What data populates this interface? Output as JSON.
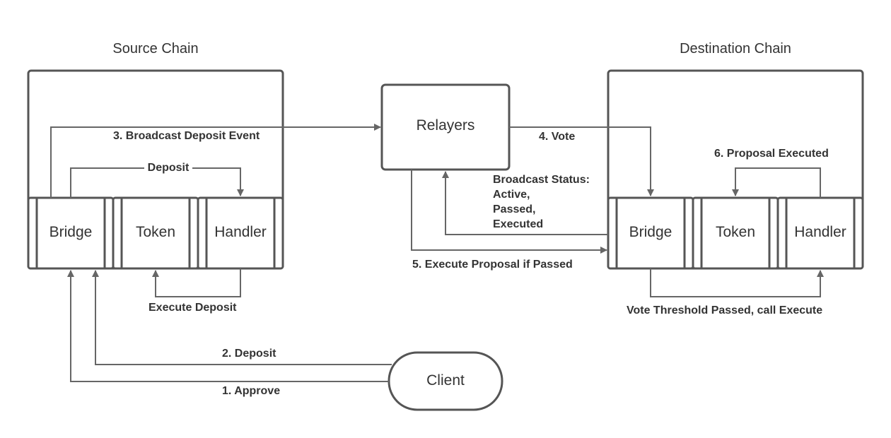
{
  "source_chain": {
    "title": "Source Chain",
    "bridge": "Bridge",
    "token": "Token",
    "handler": "Handler"
  },
  "destination_chain": {
    "title": "Destination Chain",
    "bridge": "Bridge",
    "token": "Token",
    "handler": "Handler"
  },
  "relayers": "Relayers",
  "client": "Client",
  "edges": {
    "broadcast_deposit_event": "3. Broadcast Deposit Event",
    "deposit_internal": "Deposit",
    "execute_deposit": "Execute Deposit",
    "deposit": "2. Deposit",
    "approve": "1. Approve",
    "vote": "4. Vote",
    "broadcast_status": [
      "Broadcast Status:",
      "Active,",
      "Passed,",
      "Executed"
    ],
    "execute_proposal": "5. Execute Proposal if Passed",
    "proposal_executed": "6. Proposal Executed",
    "vote_threshold": "Vote Threshold Passed, call Execute"
  }
}
